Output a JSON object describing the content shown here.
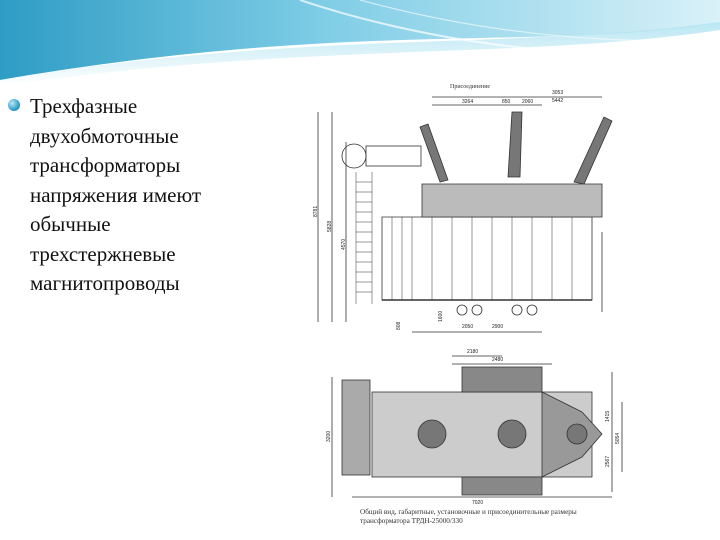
{
  "slide": {
    "bullet_text": "Трехфазные\nдвухобмоточные\nтрансформаторы\nнапряжения имеют\nобычные\nтрехстержневые\nмагнитопроводы"
  },
  "drawing": {
    "top_title": "Присоединение",
    "caption_line1": "Общий вид, габаритные, установочные и присоединительные размеры",
    "caption_line2": "трансформатора ТРДН-25000/330",
    "dims_top": [
      "3053",
      "5442",
      "3264",
      "850",
      "2060"
    ],
    "dims_left": [
      "8781",
      "5828",
      "4570"
    ],
    "dims_bottom_top": [
      "2050",
      "2900"
    ],
    "dims_bottom_left": [
      "808",
      "1600"
    ],
    "dims_plan_top": [
      "2180",
      "2480"
    ],
    "dims_plan_left": [
      "3200"
    ],
    "dims_plan_right": [
      "1415",
      "5054",
      "2567"
    ],
    "dims_plan_bottom": [
      "7020"
    ]
  },
  "colors": {
    "banner_light": "#d9f1f8",
    "banner_mid": "#7fcde6",
    "banner_dark": "#2e9cc4"
  }
}
